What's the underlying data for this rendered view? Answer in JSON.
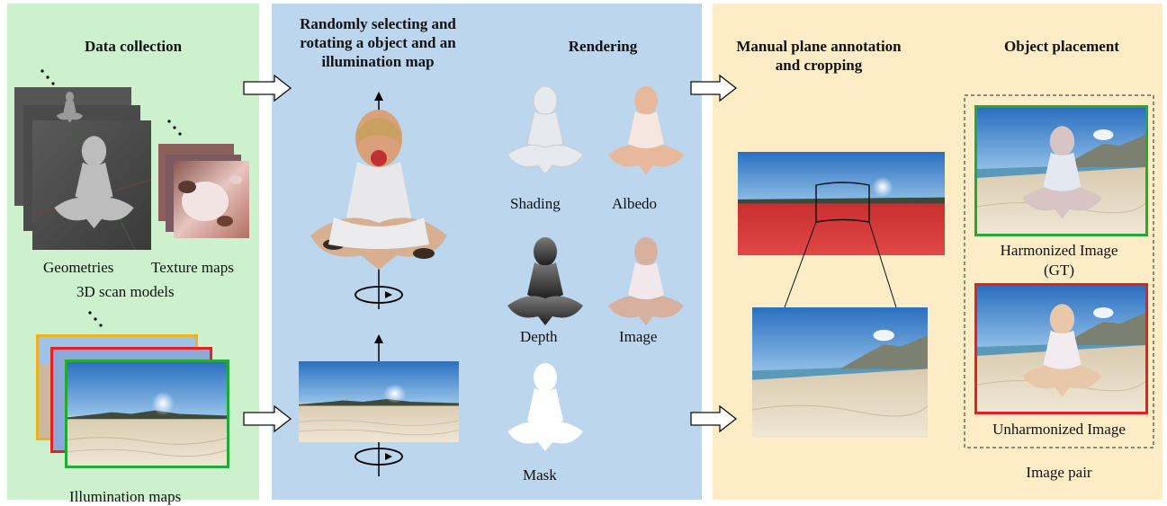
{
  "panels": {
    "data_collection": {
      "title": "Data collection",
      "geometries_label": "Geometries",
      "texture_maps_label": "Texture maps",
      "scan_models_label": "3D scan models",
      "illumination_maps_label": "Illumination maps"
    },
    "selection": {
      "title_line1": "Randomly selecting and",
      "title_line2": "rotating a object and an",
      "title_line3": "illumination map"
    },
    "rendering": {
      "title": "Rendering",
      "shading_label": "Shading",
      "albedo_label": "Albedo",
      "depth_label": "Depth",
      "image_label": "Image",
      "mask_label": "Mask"
    },
    "annotation": {
      "title_line1": "Manual plane annotation",
      "title_line2": "and cropping"
    },
    "placement": {
      "title": "Object placement",
      "harmonized_line1": "Harmonized Image",
      "harmonized_line2": "(GT)",
      "unharmonized_label": "Unharmonized Image",
      "pair_label": "Image pair"
    }
  },
  "colors": {
    "panel_green": "#ccf1cc",
    "panel_blue": "#bcd6ee",
    "panel_yellow": "#fdecc6",
    "frame_green": "#22aa33",
    "frame_red": "#e62020",
    "frame_orange": "#f0b020"
  }
}
